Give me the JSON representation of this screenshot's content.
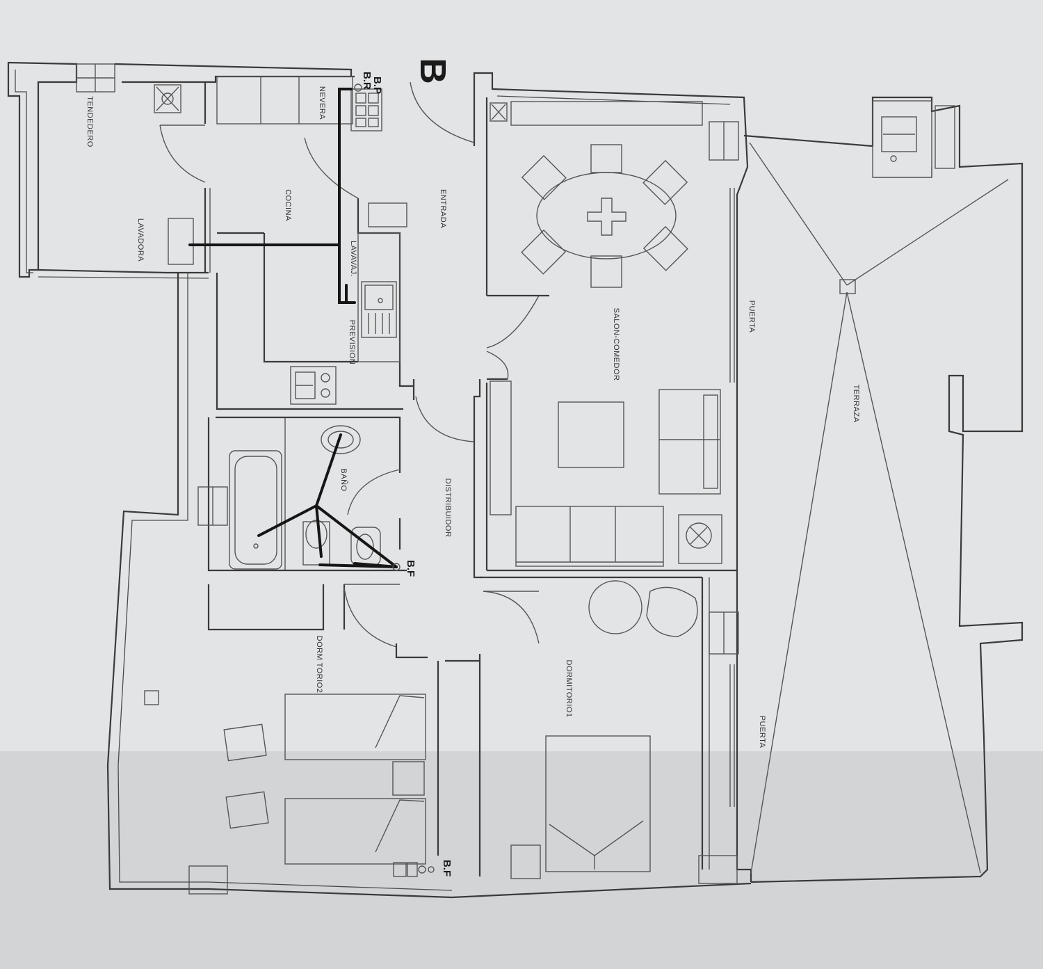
{
  "plan": {
    "block_letter": "B",
    "markers": {
      "bp": "B.P",
      "br": "B.R",
      "bf_bath": "B.F",
      "bf_bed": "B.F"
    },
    "rooms": {
      "tendedero": "TENDEDERO",
      "nevera": "NEVERA",
      "cocina": "COCINA",
      "lavadora": "LAVADORA",
      "lavavaj": "LAVAVAJ.",
      "prevision": "PREVISION",
      "entrada": "ENTRADA",
      "salon": "SALON-COMEDOR",
      "puerta_1": "PUERTA",
      "puerta_2": "PUERTA",
      "terraza": "TERRAZA",
      "bano": "BAÑO",
      "distribuidor": "DISTRIBUIDOR",
      "dormitorio2": "DORM TORIO2",
      "dormitorio1": "DORMITORIO1"
    }
  }
}
